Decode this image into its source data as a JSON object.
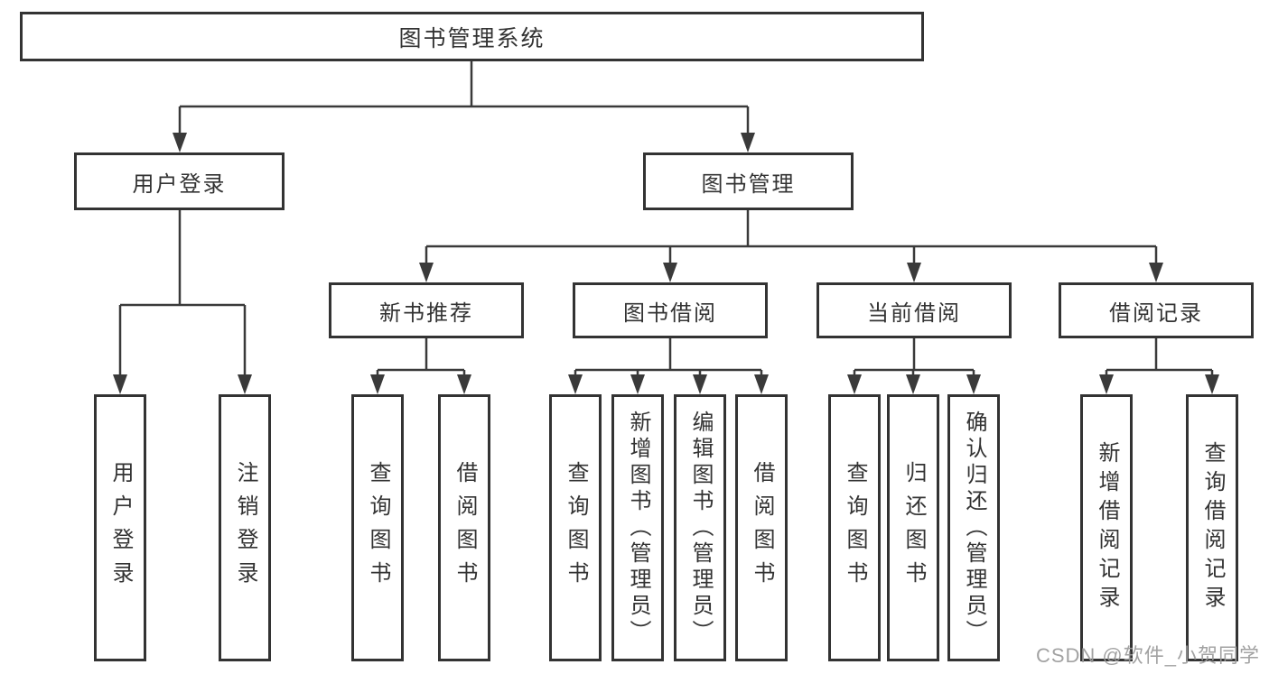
{
  "tree": {
    "label": "图书管理系统",
    "children": [
      {
        "label": "用户登录",
        "children": [
          {
            "label": "用户登录"
          },
          {
            "label": "注销登录"
          }
        ]
      },
      {
        "label": "图书管理",
        "children": [
          {
            "label": "新书推荐",
            "children": [
              {
                "label": "查询图书"
              },
              {
                "label": "借阅图书"
              }
            ]
          },
          {
            "label": "图书借阅",
            "children": [
              {
                "label": "查询图书"
              },
              {
                "label": "新增图书（管理员）"
              },
              {
                "label": "编辑图书（管理员）"
              },
              {
                "label": "借阅图书"
              }
            ]
          },
          {
            "label": "当前借阅",
            "children": [
              {
                "label": "查询图书"
              },
              {
                "label": "归还图书"
              },
              {
                "label": "确认归还（管理员）"
              }
            ]
          },
          {
            "label": "借阅记录",
            "children": [
              {
                "label": "新增借阅记录"
              },
              {
                "label": "查询借阅记录"
              }
            ]
          }
        ]
      }
    ]
  },
  "watermark": {
    "text": "CSDN @软件_小贺同学"
  },
  "colors": {
    "line": "#3a3a3a",
    "border": "#333333",
    "text": "#333333",
    "watermark": "#9b9b9b",
    "background": "#ffffff"
  }
}
